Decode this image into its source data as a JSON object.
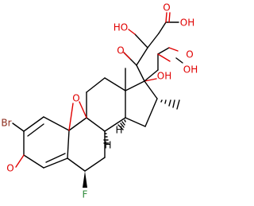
{
  "colors": {
    "bond": "#000000",
    "O": "#e00000",
    "F": "#2e8b3a",
    "Br": "#8b2a1a"
  },
  "labels": {
    "ho_top": "HO",
    "oh_top_acid": "OH",
    "o_top_acid": "O",
    "o_ketone": "O",
    "o_side_acid": "O",
    "oh_side_acid": "OH",
    "oh_c17": "OH",
    "o_epoxide": "O",
    "br": "Br",
    "o_c3": "O",
    "f": "F",
    "h_c8": "H",
    "h_c14": "H"
  }
}
